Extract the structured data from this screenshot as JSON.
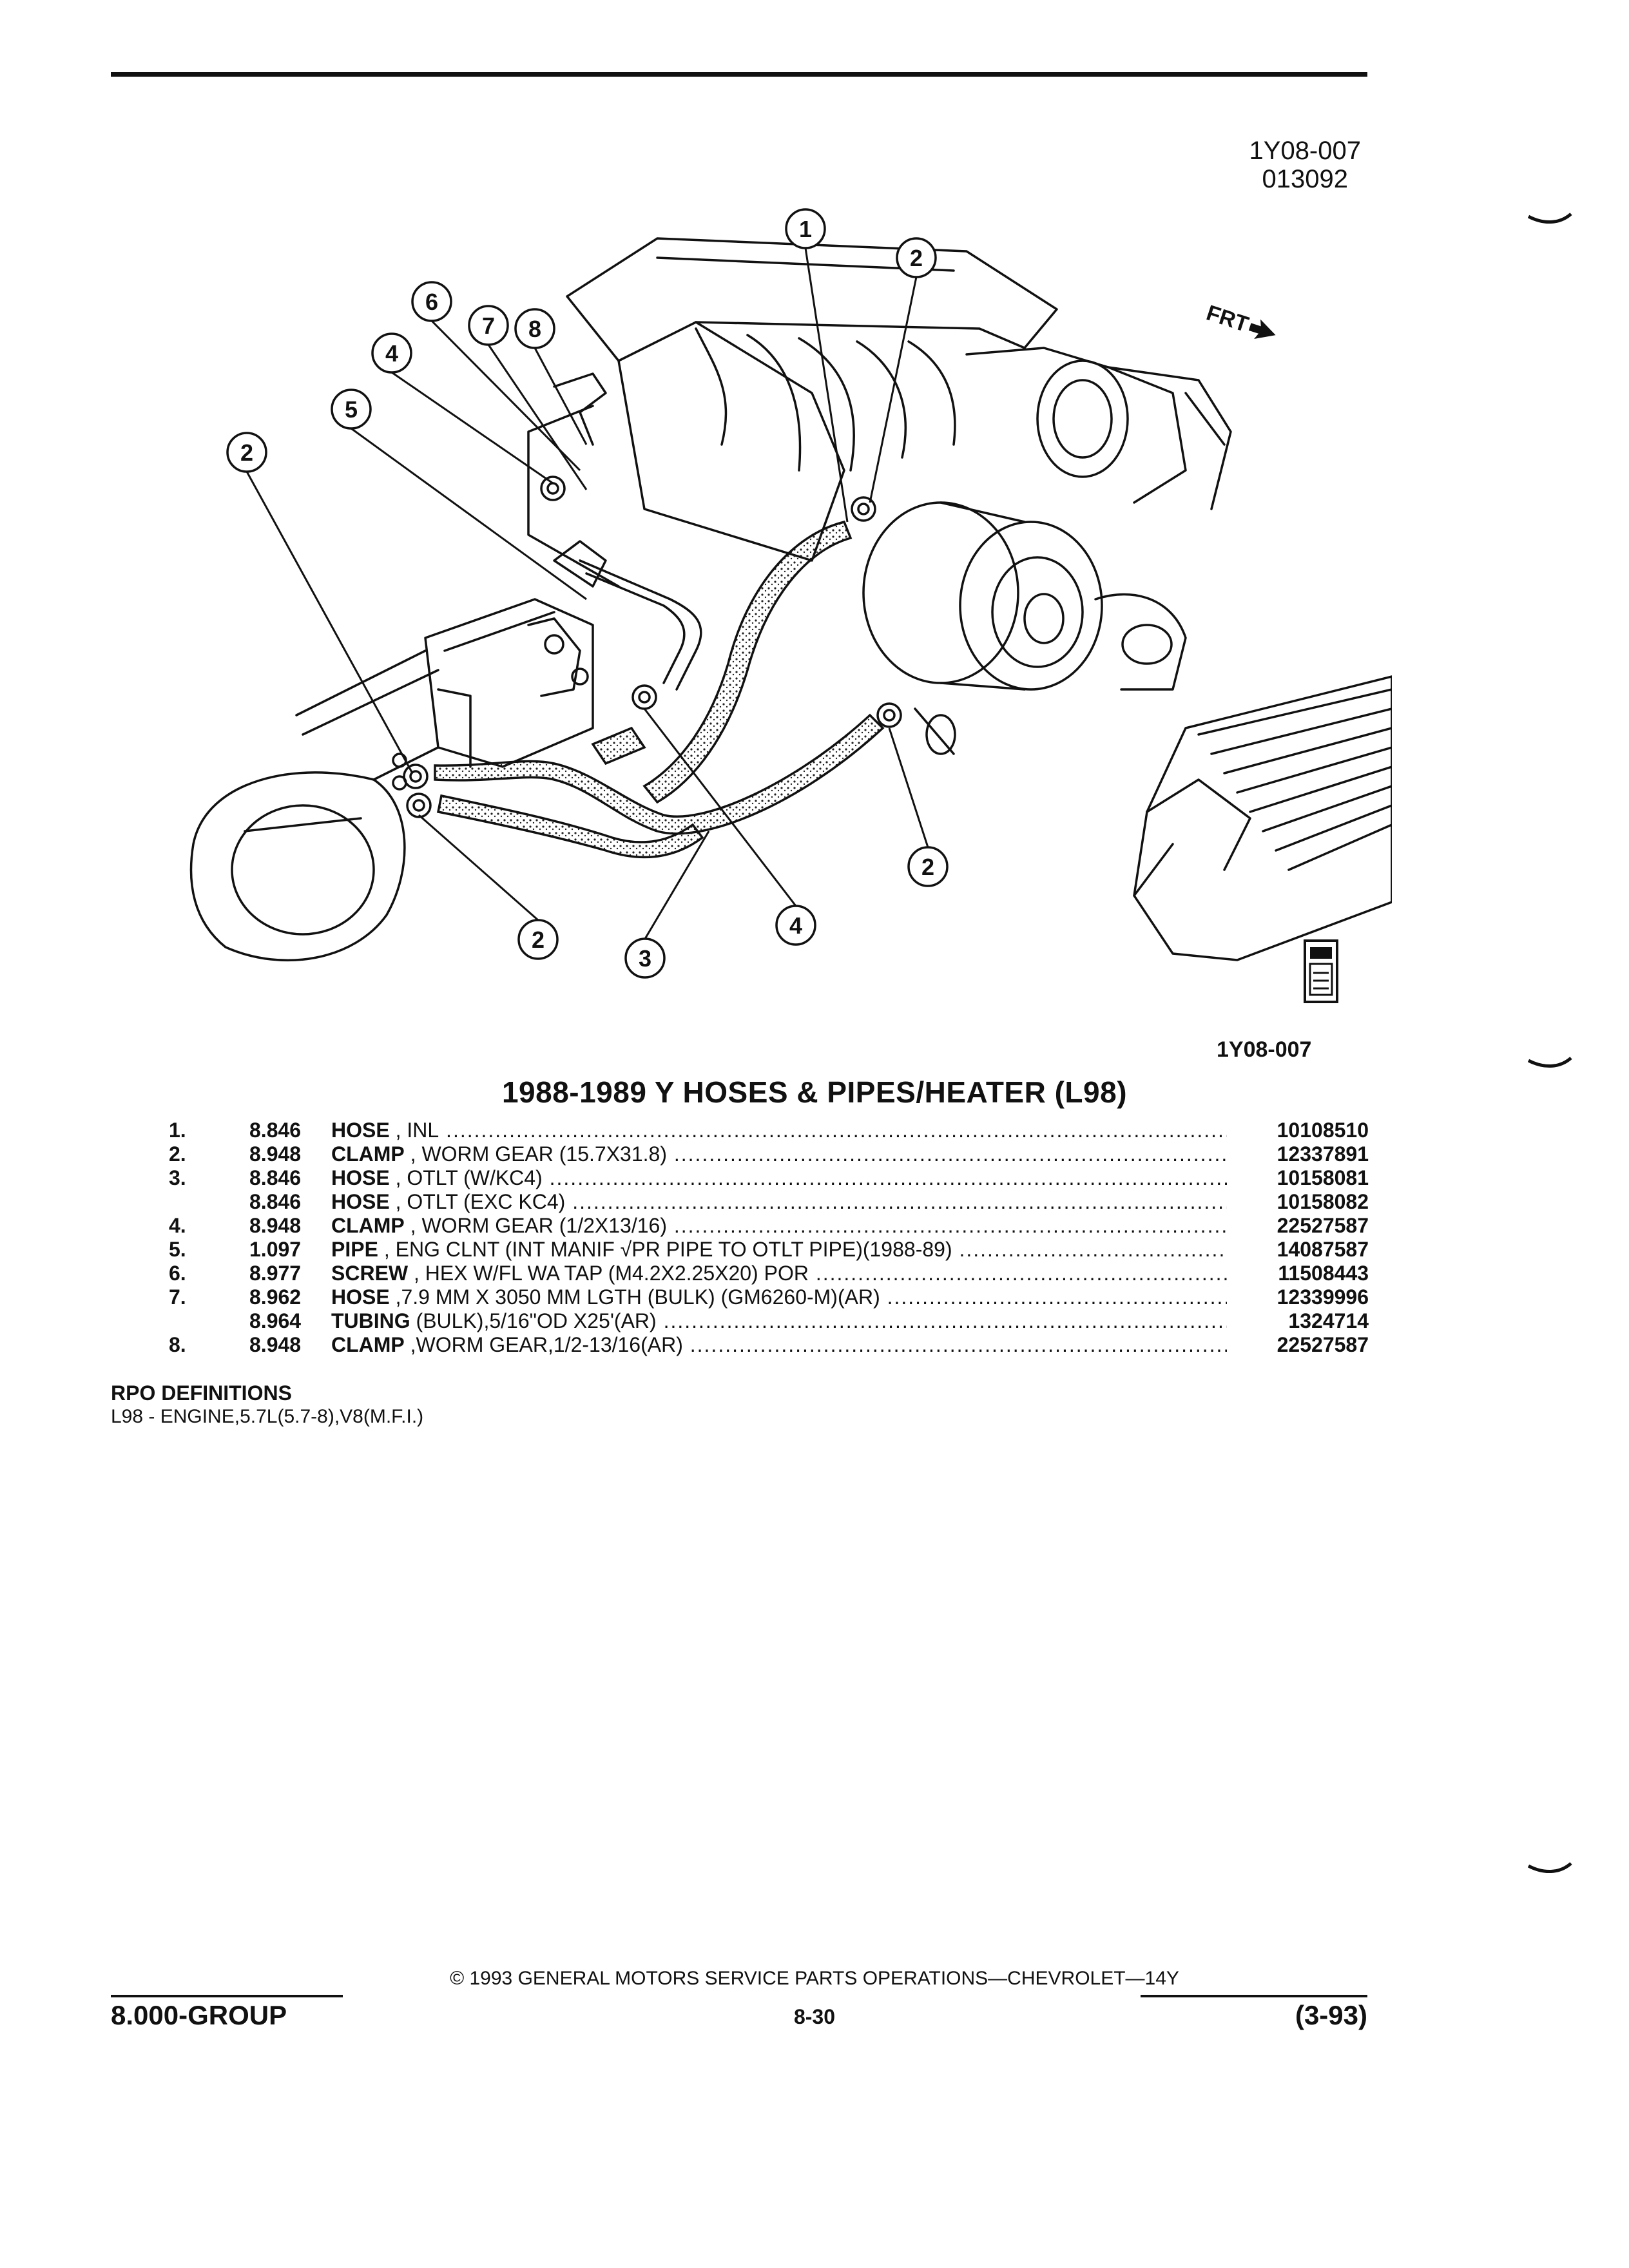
{
  "header": {
    "illustration_code": "1Y08-007",
    "illustration_date": "013092",
    "illustration_code_bottom": "1Y08-007"
  },
  "diagram": {
    "front_label": "FRT",
    "callouts": [
      "1",
      "2",
      "2",
      "2",
      "2",
      "3",
      "4",
      "4",
      "5",
      "6",
      "7",
      "8"
    ]
  },
  "title": "1988-1989 Y HOSES & PIPES/HEATER (L98)",
  "parts": [
    {
      "no": "1.",
      "ref": "8.846",
      "name": "HOSE",
      "spec": " , INL",
      "pn": "10108510"
    },
    {
      "no": "2.",
      "ref": "8.948",
      "name": "CLAMP",
      "spec": " , WORM GEAR (15.7X31.8)",
      "pn": "12337891"
    },
    {
      "no": "3.",
      "ref": "8.846",
      "name": "HOSE",
      "spec": " , OTLT (W/KC4)",
      "pn": "10158081"
    },
    {
      "no": "",
      "ref": "8.846",
      "name": "HOSE",
      "spec": " , OTLT (EXC KC4)",
      "pn": "10158082"
    },
    {
      "no": "4.",
      "ref": "8.948",
      "name": "CLAMP",
      "spec": " , WORM GEAR (1/2X13/16)",
      "pn": "22527587"
    },
    {
      "no": "5.",
      "ref": "1.097",
      "name": "PIPE",
      "spec": " , ENG CLNT (INT MANIF √PR PIPE TO OTLT PIPE)(1988-89)",
      "pn": "14087587"
    },
    {
      "no": "6.",
      "ref": "8.977",
      "name": "SCREW",
      "spec": " , HEX W/FL WA TAP (M4.2X2.25X20) POR",
      "pn": "11508443"
    },
    {
      "no": "7.",
      "ref": "8.962",
      "name": "HOSE",
      "spec": " ,7.9 MM X 3050 MM LGTH (BULK) (GM6260-M)(AR)",
      "pn": "12339996"
    },
    {
      "no": "",
      "ref": "8.964",
      "name": "TUBING",
      "spec": " (BULK),5/16\"OD X25'(AR)",
      "pn": "1324714"
    },
    {
      "no": "8.",
      "ref": "8.948",
      "name": "CLAMP",
      "spec": " ,WORM GEAR,1/2-13/16(AR)",
      "pn": "22527587"
    }
  ],
  "rpo": {
    "heading": "RPO DEFINITIONS",
    "definition": "L98 - ENGINE,5.7L(5.7-8),V8(M.F.I.)"
  },
  "footer": {
    "copyright": "© 1993 GENERAL MOTORS SERVICE PARTS OPERATIONS—CHEVROLET—14Y",
    "group": "8.000-GROUP",
    "page": "8-30",
    "date_code": "(3-93)"
  }
}
